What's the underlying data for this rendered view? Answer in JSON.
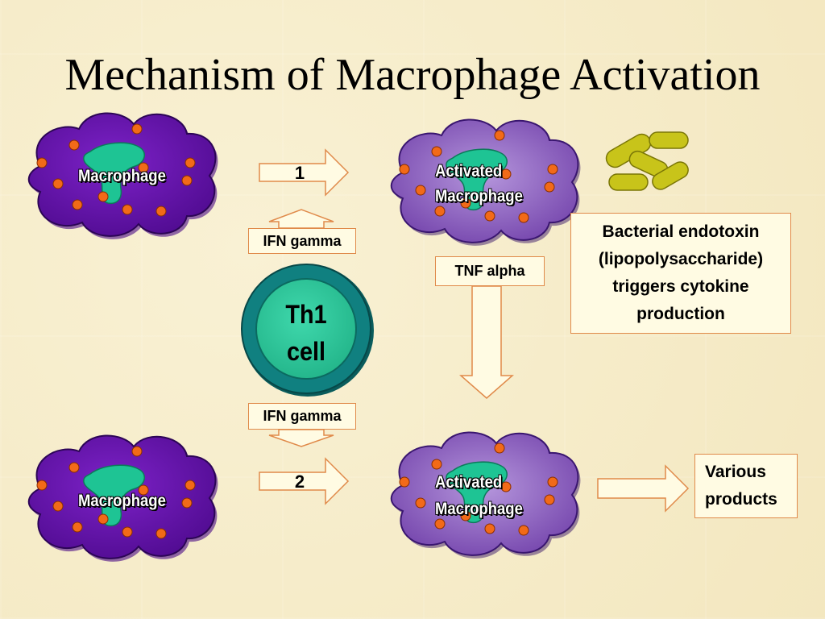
{
  "title": "Mechanism of Macrophage Activation",
  "cells": {
    "macrophage_top": "Macrophage",
    "macrophage_bottom": "Macrophage",
    "activated_top_line1": "Activated",
    "activated_top_line2": "Macrophage",
    "activated_bottom_line1": "Activated",
    "activated_bottom_line2": "Macrophage"
  },
  "th1": {
    "line1": "Th1",
    "line2": "cell"
  },
  "arrows": {
    "step1": "1",
    "step2": "2",
    "ifn_top": "IFN gamma",
    "ifn_bottom": "IFN gamma",
    "tnf": "TNF alpha"
  },
  "notes": {
    "endotoxin_line1": "Bacterial endotoxin",
    "endotoxin_line2": "(lipopolysaccharide)",
    "endotoxin_line3": "triggers cytokine",
    "endotoxin_line4": "production",
    "products_line1": "Various",
    "products_line2": "products"
  },
  "colors": {
    "macrophage": "#6a14b4",
    "activated": "#8f62c6",
    "nucleus": "#1ec494",
    "granule": "#f26a18",
    "th1_outer": "#0e7878",
    "th1_inner": "#2ec79c",
    "bacteria": "#c8c41a",
    "arrow_fill": "#fffbe3",
    "arrow_stroke": "#e08a4a"
  }
}
